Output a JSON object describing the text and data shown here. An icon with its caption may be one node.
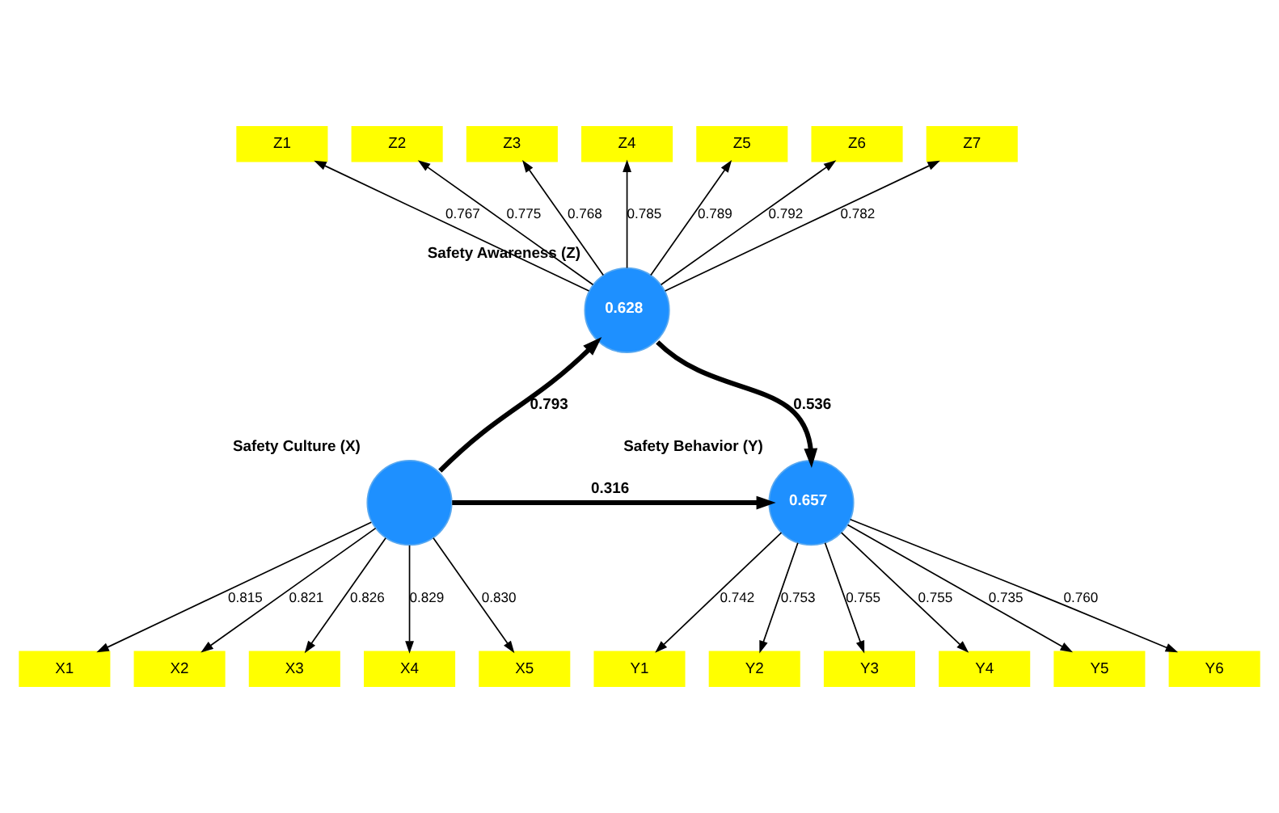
{
  "diagram": {
    "nodes": [
      {
        "text": [
          "Z1"
        ]
      },
      {
        "text": [
          "Z2"
        ]
      },
      {
        "text": [
          "Z3"
        ]
      },
      {
        "text": [
          "Z4"
        ]
      },
      {
        "text": [
          "Z5"
        ]
      },
      {
        "text": [
          "Z6"
        ]
      },
      {
        "text": [
          "Z7"
        ]
      },
      {
        "text": [
          "0.628"
        ],
        "beside": [
          "Safety Awareness (Z)"
        ]
      },
      {
        "text": [
          "X1"
        ]
      },
      {
        "text": [
          "X2"
        ]
      },
      {
        "text": [
          "X3"
        ]
      },
      {
        "text": [
          "X4"
        ]
      },
      {
        "text": [
          "X5"
        ]
      },
      {
        "text": [],
        "shape": "circle",
        "beside": [
          "Safety Culture (X)"
        ]
      },
      {
        "text": [
          "Y1"
        ]
      },
      {
        "text": [
          "Y2"
        ]
      },
      {
        "text": [
          "Y3"
        ]
      },
      {
        "text": [
          "Y4"
        ]
      },
      {
        "text": [
          "Y5"
        ]
      },
      {
        "text": [
          "Y6"
        ]
      },
      {
        "text": [
          "0.657"
        ],
        "beside": [
          "Safety Behavior (Y)"
        ]
      }
    ],
    "edges": [
      {
        "from": 7,
        "to": 0,
        "arrow": "to",
        "label": "0.767"
      },
      {
        "from": 7,
        "to": 1,
        "arrow": "to",
        "label": "0.775"
      },
      {
        "from": 7,
        "to": 2,
        "arrow": "to",
        "label": "0.768"
      },
      {
        "from": 7,
        "to": 3,
        "arrow": "to",
        "label": "0.785"
      },
      {
        "from": 7,
        "to": 4,
        "arrow": "to",
        "label": "0.789"
      },
      {
        "from": 7,
        "to": 5,
        "arrow": "to",
        "label": "0.792"
      },
      {
        "from": 7,
        "to": 6,
        "arrow": "to",
        "label": "0.782"
      },
      {
        "from": 13,
        "to": 8,
        "arrow": "to",
        "label": "0.815"
      },
      {
        "from": 13,
        "to": 9,
        "arrow": "to",
        "label": "0.821"
      },
      {
        "from": 13,
        "to": 10,
        "arrow": "to",
        "label": "0.826"
      },
      {
        "from": 13,
        "to": 11,
        "arrow": "to",
        "label": "0.829"
      },
      {
        "from": 13,
        "to": 12,
        "arrow": "to",
        "label": "0.830"
      },
      {
        "from": 13,
        "to": 7,
        "arrow": "to",
        "label": "0.793",
        "style": "thick"
      },
      {
        "from": 7,
        "to": 20,
        "arrow": "to",
        "label": "0.536",
        "style": "thick"
      },
      {
        "from": 13,
        "to": 20,
        "arrow": "to",
        "label": "0.316",
        "style": "thick"
      },
      {
        "from": 20,
        "to": 14,
        "arrow": "to",
        "label": "0.742"
      },
      {
        "from": 20,
        "to": 15,
        "arrow": "to",
        "label": "0.753"
      },
      {
        "from": 20,
        "to": 16,
        "arrow": "to",
        "label": "0.755"
      },
      {
        "from": 20,
        "to": 17,
        "arrow": "to",
        "label": "0.755"
      },
      {
        "from": 20,
        "to": 18,
        "arrow": "to",
        "label": "0.735"
      },
      {
        "from": 20,
        "to": 19,
        "arrow": "to",
        "label": "0.760"
      }
    ]
  }
}
